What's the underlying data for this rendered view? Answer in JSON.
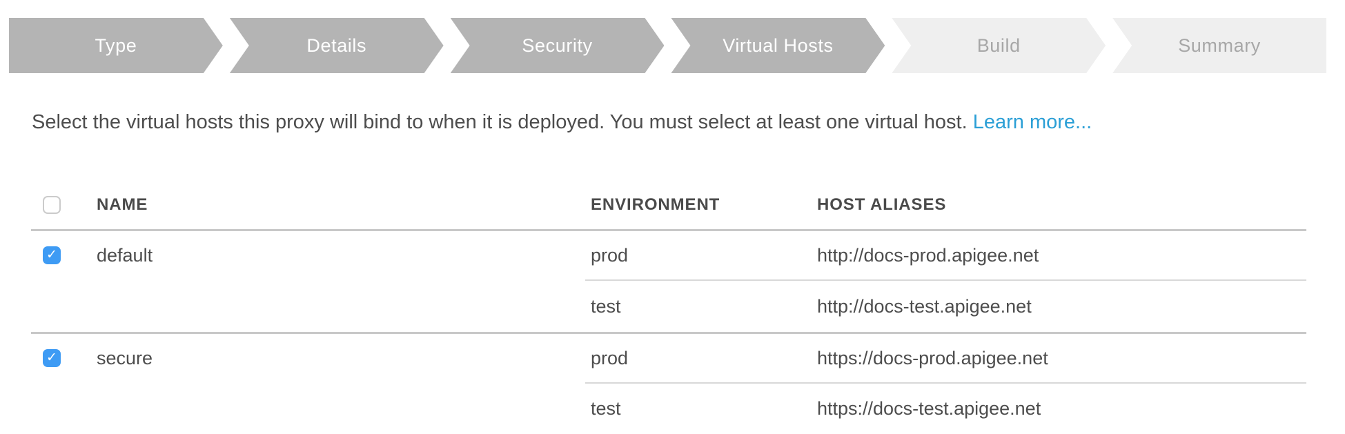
{
  "stepper": {
    "steps": [
      {
        "label": "Type",
        "state": "active"
      },
      {
        "label": "Details",
        "state": "active"
      },
      {
        "label": "Security",
        "state": "active"
      },
      {
        "label": "Virtual Hosts",
        "state": "active"
      },
      {
        "label": "Build",
        "state": "upcoming"
      },
      {
        "label": "Summary",
        "state": "upcoming"
      }
    ]
  },
  "description": {
    "text": "Select the virtual hosts this proxy will bind to when it is deployed. You must select at least one virtual host.",
    "link_label": "Learn more..."
  },
  "table": {
    "columns": {
      "name": "NAME",
      "environment": "ENVIRONMENT",
      "host_aliases": "HOST ALIASES"
    },
    "select_all_checked": false,
    "rows": [
      {
        "name": "default",
        "checked": true,
        "bindings": [
          {
            "environment": "prod",
            "host_alias": "http://docs-prod.apigee.net"
          },
          {
            "environment": "test",
            "host_alias": "http://docs-test.apigee.net"
          }
        ]
      },
      {
        "name": "secure",
        "checked": true,
        "bindings": [
          {
            "environment": "prod",
            "host_alias": "https://docs-prod.apigee.net"
          },
          {
            "environment": "test",
            "host_alias": "https://docs-test.apigee.net"
          }
        ]
      }
    ]
  },
  "icons": {
    "check_glyph": "✓"
  },
  "colors": {
    "step_active_bg": "#b4b4b4",
    "step_active_text": "#ffffff",
    "step_upcoming_bg": "#efefef",
    "step_upcoming_text": "#a7a7a7",
    "link": "#2b9fd6",
    "checkbox_checked": "#3e9bf4",
    "checkbox_border": "#cbcbcb",
    "divider_strong": "#c8c8c8",
    "divider_light": "#d8d8d8",
    "text": "#4d4d4d"
  }
}
